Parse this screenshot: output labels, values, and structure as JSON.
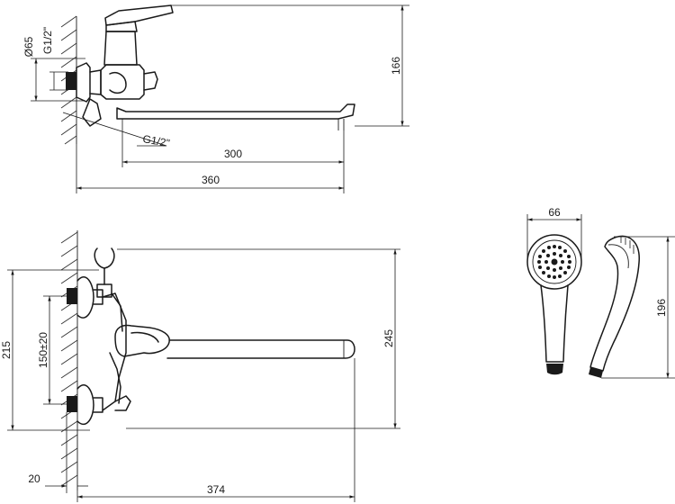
{
  "dimensions": {
    "top_d65": "Ø65",
    "top_g12_vertical": "G1/2\"",
    "top_g12_angled": "G1/2\"",
    "top_height_166": "166",
    "top_spout_300": "300",
    "top_total_360": "360",
    "front_height_215": "215",
    "front_spacing": "150±20",
    "front_height_245": "245",
    "front_offset_20": "20",
    "front_length_374": "374",
    "shower_width_66": "66",
    "shower_length_196": "196"
  },
  "colors": {
    "line": "#1a1a1a",
    "background": "#ffffff"
  }
}
